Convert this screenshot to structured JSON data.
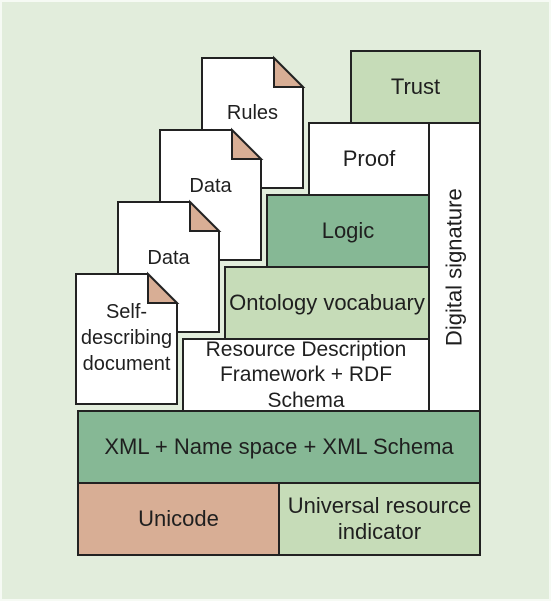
{
  "layers": {
    "trust": "Trust",
    "proof": "Proof",
    "logic": "Logic",
    "ontology": "Ontology vocabuary",
    "rdf_line1": "Resource Description",
    "rdf_line2": "Framework + RDF Schema",
    "xml": "XML + Name space + XML Schema",
    "unicode": "Unicode",
    "uri_line1": "Universal resource",
    "uri_line2": "indicator",
    "digital_signature": "Digital signature"
  },
  "documents": {
    "rules": "Rules",
    "data_top": "Data",
    "data_bottom": "Data",
    "self_line1": "Self-",
    "self_line2": "describing",
    "self_line3": "document"
  },
  "colors": {
    "background": "#e2eddc",
    "light_green": "#c6dcb8",
    "mid_green": "#86b895",
    "salmon": "#d8ae95",
    "white": "#ffffff",
    "outline": "#222222",
    "fold": "#d8ae95"
  }
}
